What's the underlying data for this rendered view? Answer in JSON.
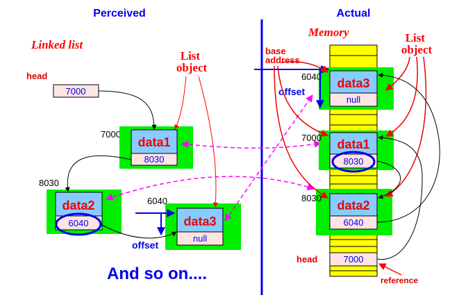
{
  "headings": {
    "perceived": "Perceived",
    "actual": "Actual"
  },
  "perceived": {
    "title": "Linked list",
    "head_label": "head",
    "head_value": "7000",
    "list_object_line1": "List",
    "list_object_line2": "object",
    "nodes": [
      {
        "address": "7000",
        "data": "data1",
        "next": "8030"
      },
      {
        "address": "8030",
        "data": "data2",
        "next": "6040"
      },
      {
        "address": "6040",
        "data": "data3",
        "next": "null"
      }
    ],
    "offset_label": "offset",
    "footer": "And so on...."
  },
  "actual": {
    "memory_label": "Memory",
    "list_object_line1": "List",
    "list_object_line2": "object",
    "base_line1": "base",
    "base_line2": "address",
    "offset_label": "offset",
    "blocks": [
      {
        "address": "6040",
        "data": "data3",
        "next": "null"
      },
      {
        "address": "7000",
        "data": "data1",
        "next": "8030"
      },
      {
        "address": "8030",
        "data": "data2",
        "next": "6040"
      }
    ],
    "head_label": "head",
    "head_value": "7000",
    "reference_label": "reference"
  },
  "colors": {
    "green": "#00ee00",
    "cyan": "#88ccff",
    "pink": "#ffe4e4",
    "yellow": "#ffff00",
    "red": "#ff0000",
    "blue": "#0000ee",
    "magenta": "#ff00ff",
    "darkred": "#dd0000"
  }
}
